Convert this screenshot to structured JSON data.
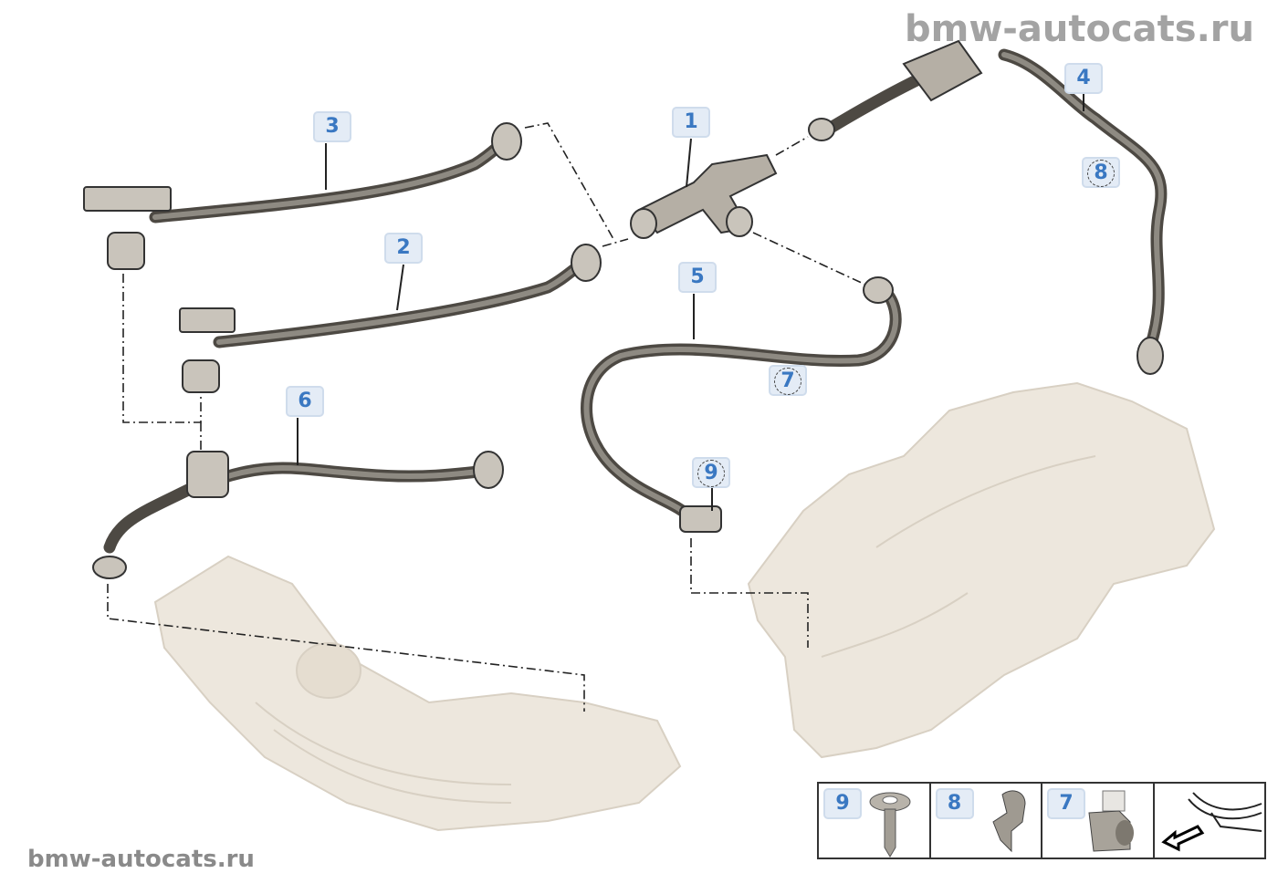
{
  "watermark_top": "bmw-autocats.ru",
  "watermark_bottom": "bmw-autocats.ru",
  "callouts": {
    "p1": "1",
    "p2": "2",
    "p3": "3",
    "p4": "4",
    "p5": "5",
    "p6": "6",
    "p7": "7",
    "p8": "8",
    "p9": "9"
  },
  "legend": {
    "items": [
      {
        "label": "9",
        "icon": "screw-icon"
      },
      {
        "label": "8",
        "icon": "clip-icon"
      },
      {
        "label": "7",
        "icon": "clamp-clip-icon"
      },
      {
        "label": "",
        "icon": "vehicle-front-arrow-icon"
      }
    ]
  },
  "colors": {
    "hose": "#6e6a63",
    "callout_text": "#3a78c2",
    "callout_bg": "#e4ecf6",
    "ghost_part": "#ece6dc"
  }
}
